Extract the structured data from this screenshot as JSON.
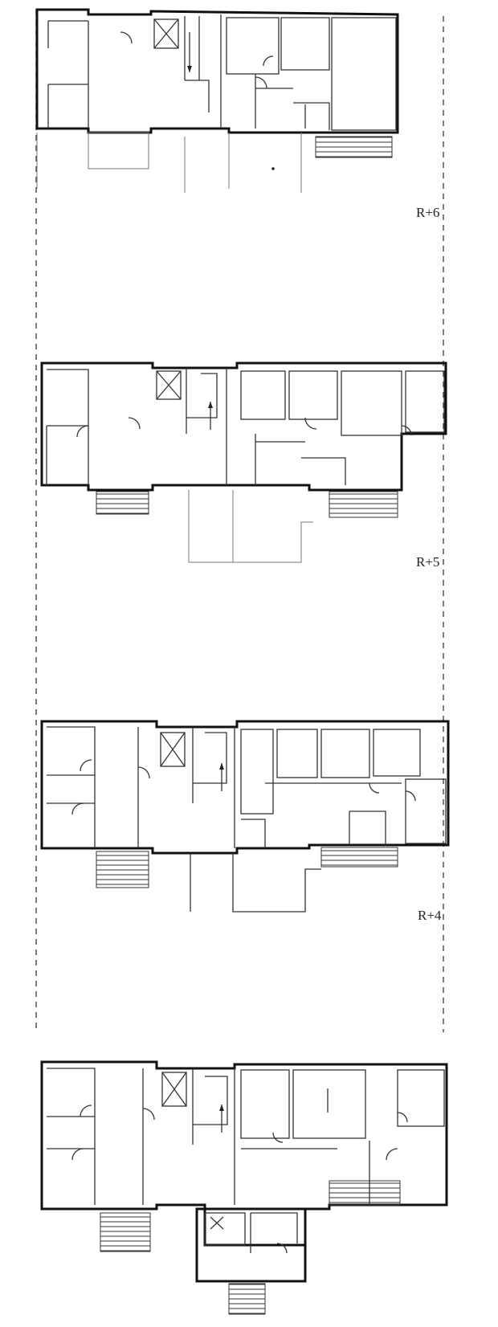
{
  "levels": [
    {
      "label": "R+6"
    },
    {
      "label": "R+5"
    },
    {
      "label": "R+4"
    }
  ]
}
